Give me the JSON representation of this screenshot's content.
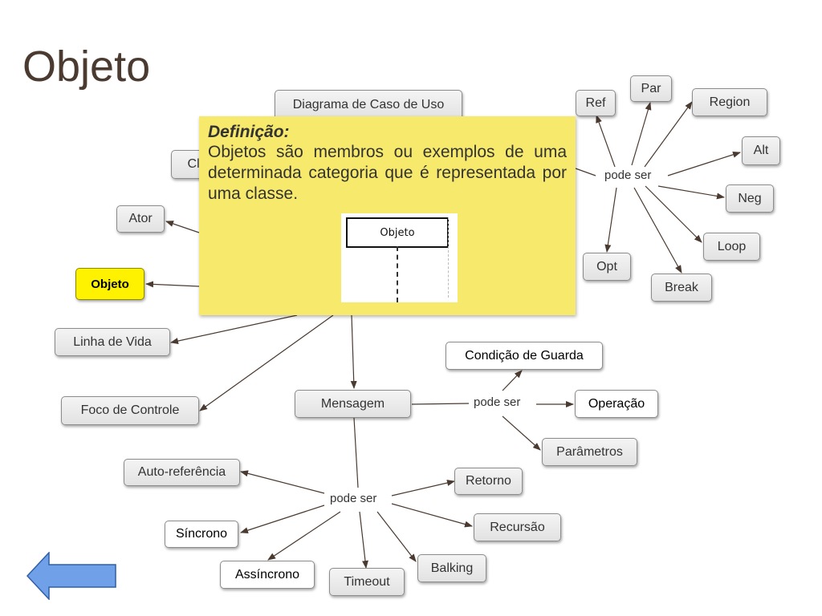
{
  "title": "Objeto",
  "popup": {
    "heading": "Definição:",
    "text": "Objetos são membros ou exemplos de uma determinada categoria que é representada por uma classe.",
    "figure_label": "Objeto"
  },
  "nodes": {
    "diagrama_caso_uso": "Diagrama de Caso de Uso",
    "classe": "Classe",
    "ator": "Ator",
    "objeto": "Objeto",
    "linha_de_vida": "Linha de Vida",
    "foco_de_controle": "Foco de Controle",
    "mensagem": "Mensagem",
    "ref": "Ref",
    "par": "Par",
    "region": "Region",
    "alt": "Alt",
    "neg": "Neg",
    "loop": "Loop",
    "break": "Break",
    "opt": "Opt",
    "condicao_de_guarda": "Condição de Guarda",
    "operacao": "Operação",
    "parametros": "Parâmetros",
    "auto_referencia": "Auto-referência",
    "retorno": "Retorno",
    "recursao": "Recursão",
    "sincrono": "Síncrono",
    "assincrono": "Assíncrono",
    "timeout": "Timeout",
    "balking": "Balking"
  },
  "link_words": {
    "fragments": "pode ser",
    "mensagem": "pode ser",
    "tipos": "pode ser"
  },
  "colors": {
    "title": "#4a3a30",
    "popup_bg": "#f7e96c",
    "active_node": "#fff200",
    "edge": "#4a3a30",
    "back_arrow": "#6fa0e8"
  },
  "icons": {
    "back": "left-arrow-icon"
  }
}
